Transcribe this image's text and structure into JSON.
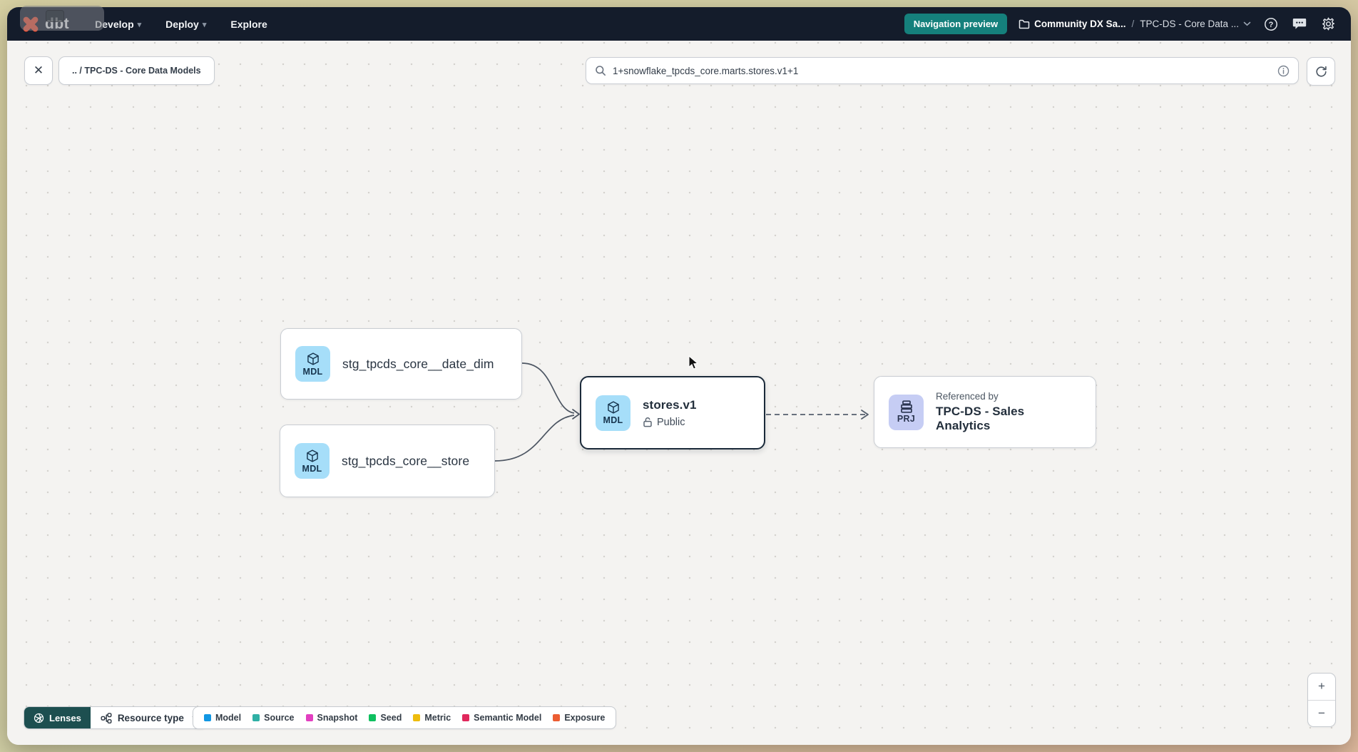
{
  "navbar": {
    "logo_text": "dbt",
    "menus": {
      "develop": "Develop",
      "deploy": "Deploy",
      "explore": "Explore"
    },
    "preview_badge": "Navigation preview",
    "breadcrumb": {
      "project": "Community DX Sa...",
      "separator": "/",
      "section": "TPC-DS - Core Data ..."
    }
  },
  "toolbar": {
    "close_glyph": "✕",
    "path_chip": ".. / TPC-DS - Core Data Models",
    "search_value": "1+snowflake_tpcds_core.marts.stores.v1+1"
  },
  "graph": {
    "nodes": [
      {
        "badge": "MDL",
        "title": "stg_tpcds_core__date_dim"
      },
      {
        "badge": "MDL",
        "title": "stg_tpcds_core__store"
      },
      {
        "badge": "MDL",
        "title": "stores.v1",
        "access": "Public"
      },
      {
        "badge": "PRJ",
        "kicker": "Referenced by",
        "title": "TPC-DS - Sales Analytics"
      }
    ]
  },
  "footer": {
    "lenses_label": "Lenses",
    "resource_type_label": "Resource type",
    "legend": [
      {
        "label": "Model",
        "color": "#1197e3"
      },
      {
        "label": "Source",
        "color": "#2fb0a5"
      },
      {
        "label": "Snapshot",
        "color": "#e23fc0"
      },
      {
        "label": "Seed",
        "color": "#0fbf5f"
      },
      {
        "label": "Metric",
        "color": "#eebc0d"
      },
      {
        "label": "Semantic Model",
        "color": "#e0285c"
      },
      {
        "label": "Exposure",
        "color": "#ec5d32"
      }
    ]
  },
  "zoom_controls": {
    "zoom_in": "+",
    "zoom_out": "−"
  },
  "colors": {
    "navbar_bg": "#141c2b",
    "preview_badge_bg": "#15807c",
    "model_icon_bg": "#a6def9",
    "project_icon_bg": "#c6cdf4",
    "lenses_bg": "#1d4f50",
    "logo_orange": "#ff5436",
    "selected_border": "#1b2a3a"
  }
}
